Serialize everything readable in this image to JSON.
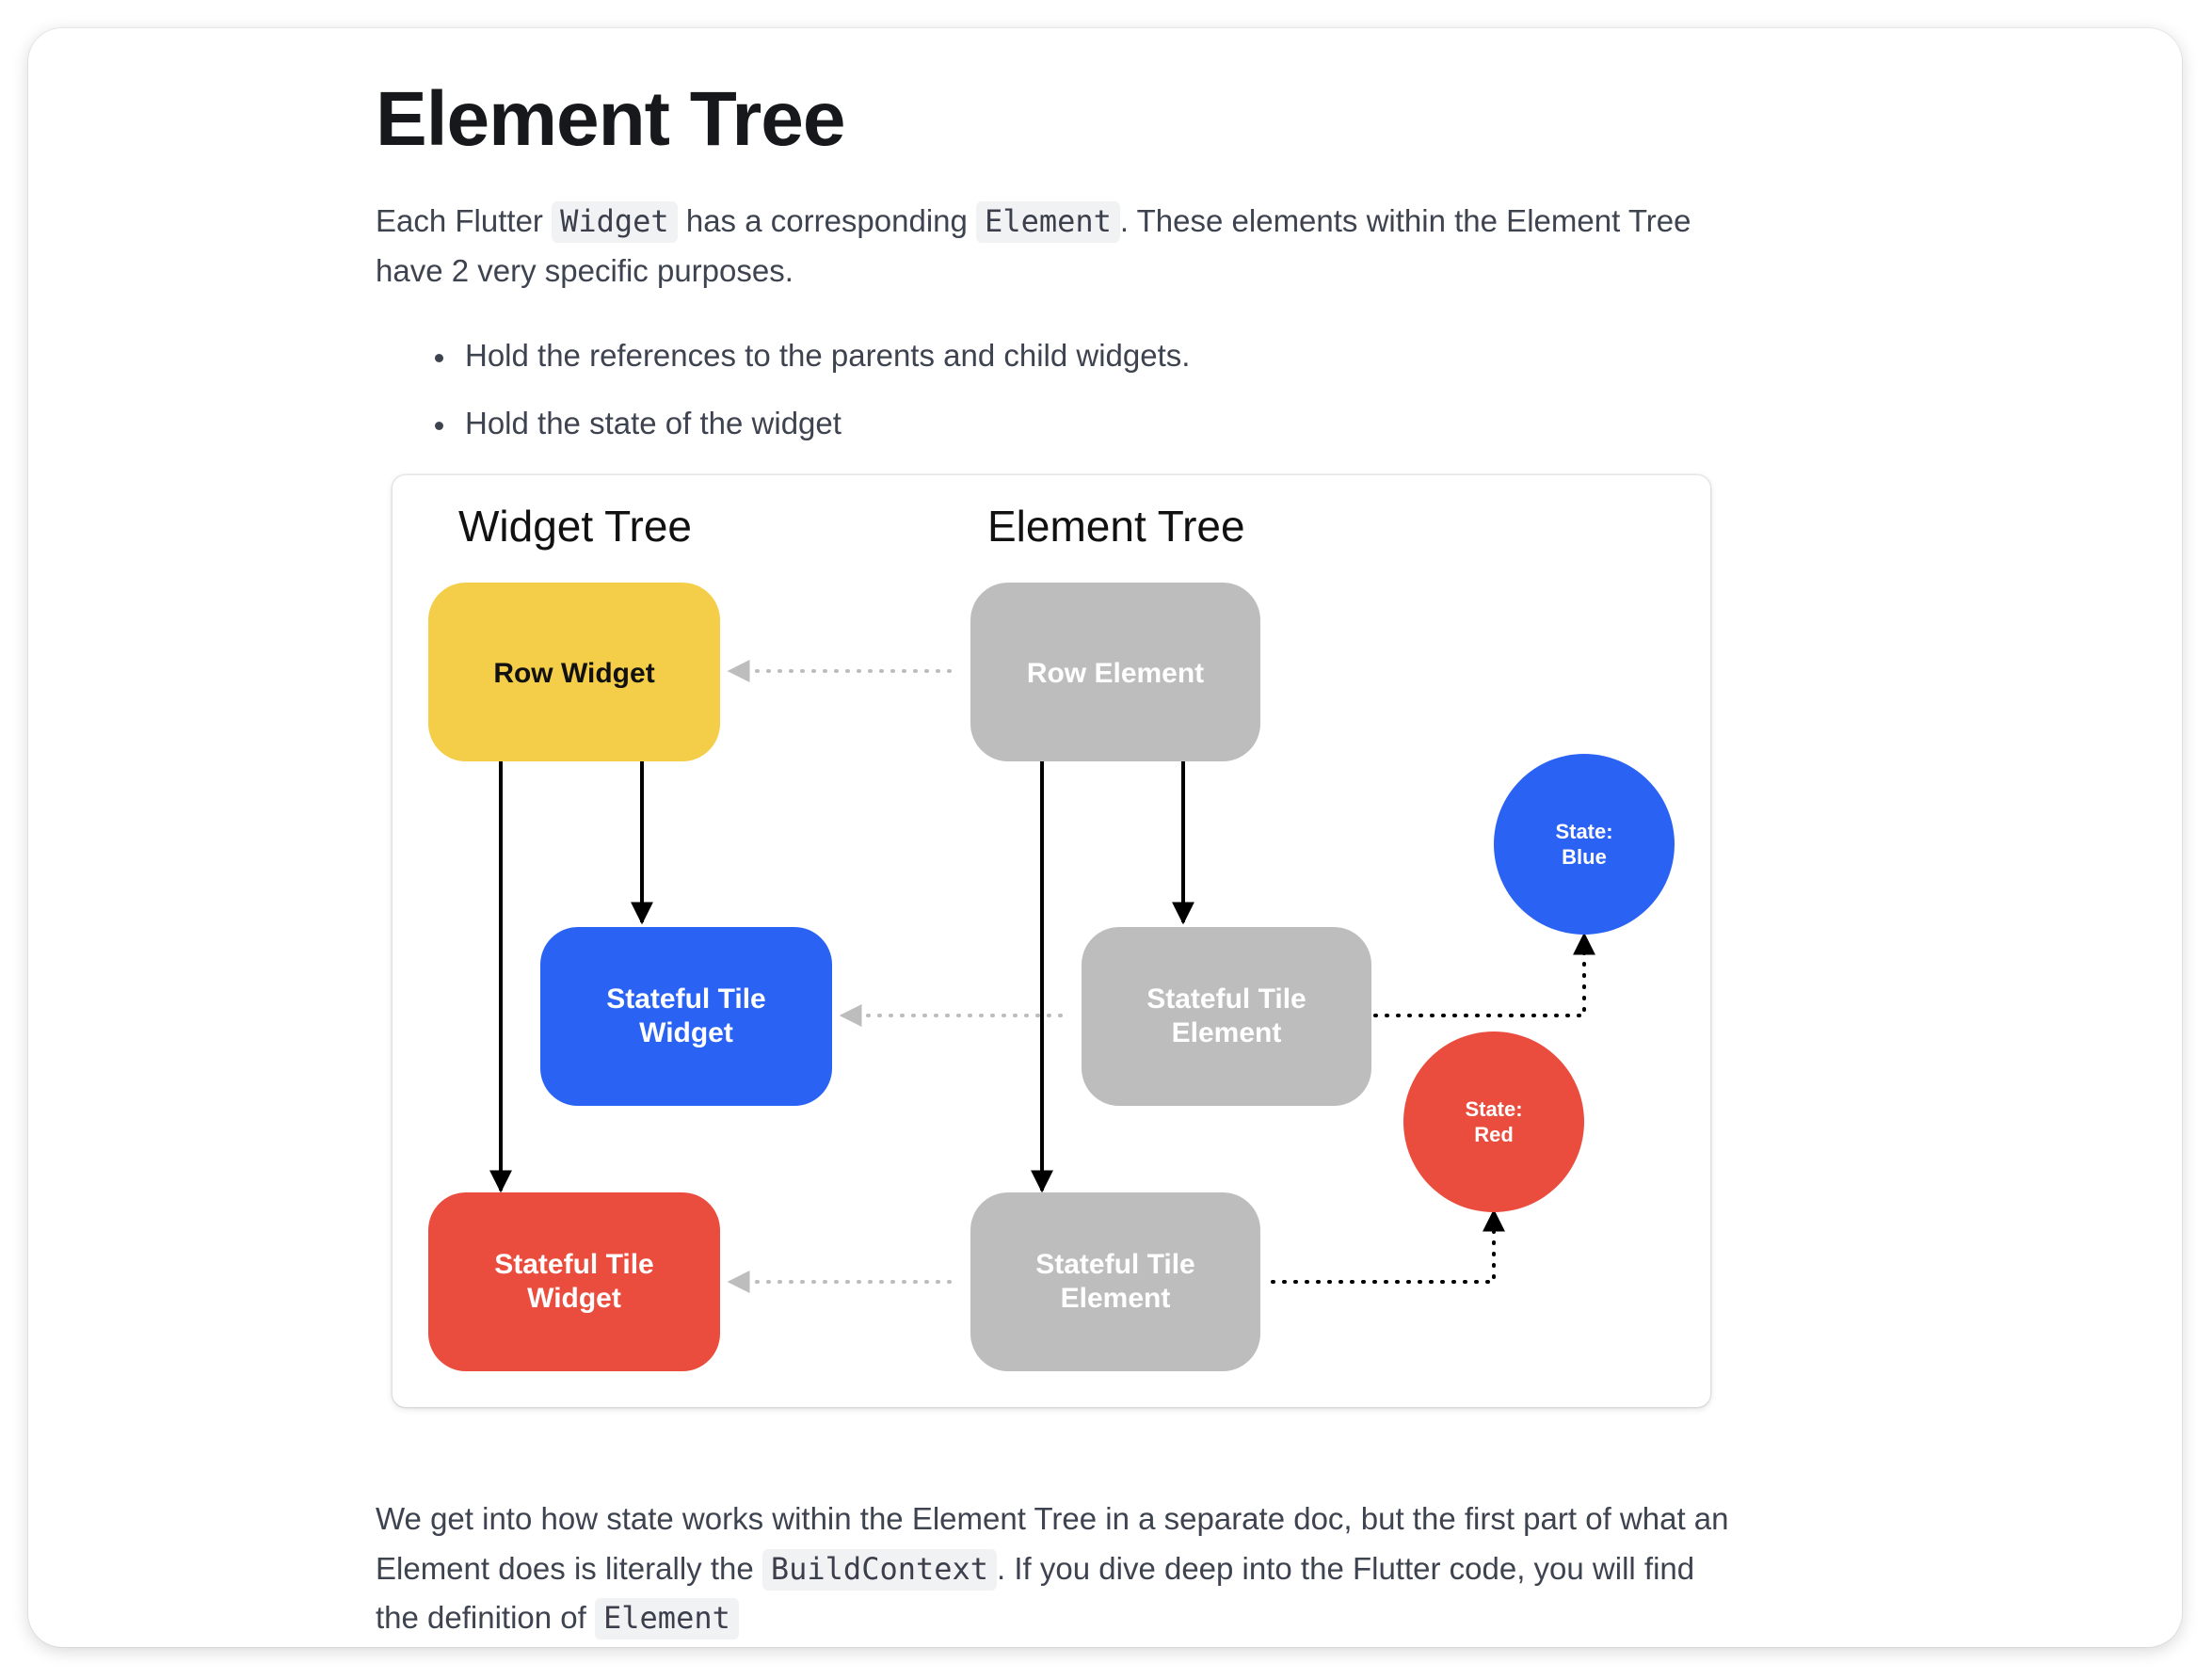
{
  "page": {
    "title": "Element Tree",
    "intro": {
      "t1": "Each Flutter ",
      "code1": "Widget",
      "t2": " has a corresponding ",
      "code2": "Element",
      "t3": ". These elements within the Element Tree",
      "line2": "have 2 very specific purposes."
    },
    "bullets": [
      "Hold the references to the parents and child widgets.",
      "Hold the state of the widget"
    ],
    "outro": {
      "line1": "We get into how state works within the Element Tree in a separate doc, but the first part of what an",
      "l2a": "Element does is literally the ",
      "code1": "BuildContext",
      "l2b": ". If you dive deep into the Flutter code, you will find",
      "l3a": "the definition of ",
      "code2": "Element"
    }
  },
  "diagram": {
    "widget_tree_title": "Widget Tree",
    "element_tree_title": "Element Tree",
    "row_widget": {
      "line1": "Row Widget"
    },
    "blue_tile_widget": {
      "line1": "Stateful Tile",
      "line2": "Widget"
    },
    "red_tile_widget": {
      "line1": "Stateful Tile",
      "line2": "Widget"
    },
    "row_element": {
      "line1": "Row Element"
    },
    "tile_element_1": {
      "line1": "Stateful Tile",
      "line2": "Element"
    },
    "tile_element_2": {
      "line1": "Stateful Tile",
      "line2": "Element"
    },
    "state_blue": {
      "line1": "State:",
      "line2": "Blue"
    },
    "state_red": {
      "line1": "State:",
      "line2": "Red"
    },
    "colors": {
      "yellow": "#F4CE48",
      "blue": "#2A62F4",
      "red": "#EA4D3D",
      "gray": "#BDBDBD",
      "arrow_dark": "#000000",
      "arrow_light": "#BDBDBD"
    }
  }
}
